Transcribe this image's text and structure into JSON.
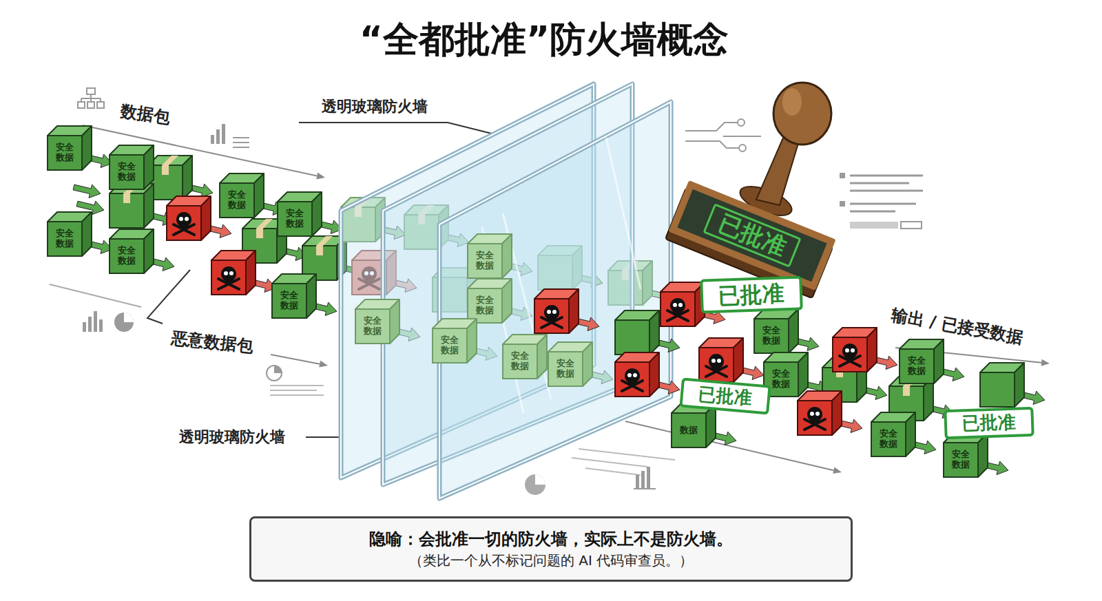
{
  "diagram": {
    "title": "“全都批准”防火墙概念",
    "nodes": [
      {
        "text": [
          "安全 数据"
        ]
      },
      {
        "text": [
          "安全 数据"
        ]
      },
      {
        "text": [
          "安全 数据"
        ]
      },
      {
        "text": [
          "安全 数据"
        ]
      },
      {
        "text": [
          "安全 数据"
        ]
      },
      {
        "text": [
          "安全 数据"
        ]
      },
      {
        "text": [
          "安全 数据"
        ]
      },
      {
        "text": [
          "安全 数据"
        ]
      },
      {
        "text": [
          "安全 数据"
        ]
      },
      {
        "text": [
          "安全 数据"
        ]
      },
      {
        "text": [
          "安全 数据"
        ]
      },
      {
        "text": [
          "安全 数据"
        ]
      },
      {
        "text": [
          "安全 数据"
        ]
      },
      {
        "text": [
          "安全 数据"
        ]
      },
      {
        "text": [
          "安全 数据"
        ]
      },
      {
        "text": [
          "安全 数据"
        ]
      },
      {
        "text": [
          "安全 数据"
        ]
      },
      {
        "text": [
          "安全 数据"
        ]
      },
      {
        "text": [
          "数据"
        ]
      },
      {
        "text": [
          "已批准"
        ]
      },
      {
        "text": [
          "已批准"
        ]
      },
      {
        "text": [
          "已批准"
        ]
      },
      {
        "text": [
          "已批准"
        ]
      },
      {
        "text": [
          "隐喻：会批准一切的防火墙，实际上不是防火墙。",
          "（类比一个从不标记问题的 AI 代码审查员。）"
        ]
      }
    ],
    "labels": [
      "数据包",
      "透明玻璃防火墙",
      "恶意数据包",
      "透明玻璃防火墙",
      "输出 / 已接受数据"
    ]
  }
}
